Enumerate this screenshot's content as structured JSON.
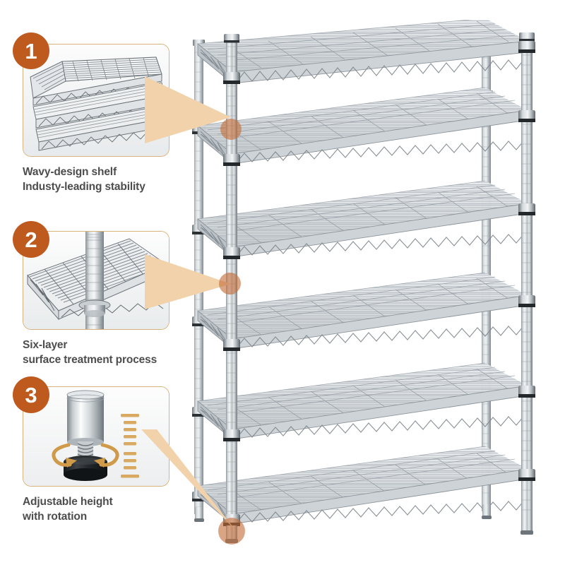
{
  "colors": {
    "badge": "#bf5a1f",
    "card_border": "#d9b37c",
    "arrow": "#f2d2ab",
    "marker_dot": "#c46e3a",
    "caption_text": "#4d4d4d",
    "background": "#ffffff",
    "chrome_light": "#f4f6f7",
    "chrome_dark": "#767d82",
    "scale_tick": "#d9a861",
    "rotation_arrow": "#cf9a4a",
    "rubber_foot": "#111416"
  },
  "product": {
    "name": "wire-shelving-unit",
    "shelf_count": 6,
    "post_count": 4,
    "finish": "chrome"
  },
  "features": [
    {
      "number": "1",
      "caption": "Wavy-design shelf\nIndusty-leading stability",
      "image": "stacked-wavy-wire-shelf-panels",
      "points_to": "shelf-post-junction-upper"
    },
    {
      "number": "2",
      "caption": "Six-layer\nsurface treatment process",
      "image": "chrome-post-through-wire-shelf",
      "points_to": "shelf-post-mid-section"
    },
    {
      "number": "3",
      "caption": "Adjustable height\nwith rotation",
      "image": "adjustable-leveling-foot-with-screw-thread",
      "points_to": "leveling-foot-front-left"
    }
  ]
}
